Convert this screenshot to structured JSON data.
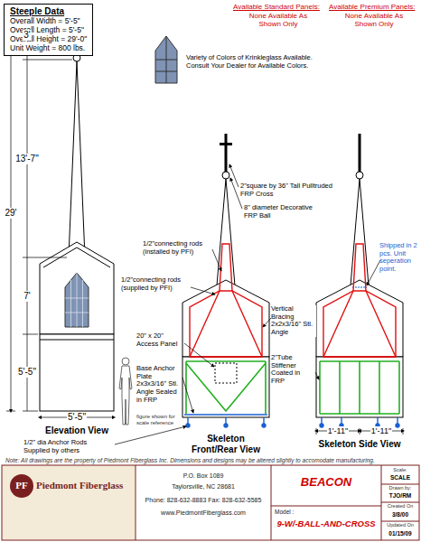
{
  "diagram": {
    "nodes": [
      {
        "text": [
          "Steeple Data",
          "Overall Width = 5'-5\"",
          "Overall Length = 5'-5\"",
          "Overall Height = 29'-0\"",
          "Unit Weight = 800 lbs."
        ]
      }
    ],
    "labels": [
      "Available Standard Panels:",
      "Available Premium Panels:",
      "None Available As Shown Only",
      "None Available As Shown Only",
      "Variety of Colors of Krinkleglass Available. Consult Your Dealer for Available Colors.",
      "3'",
      "13'-7\"",
      "29'",
      "7'",
      "5'-5\"",
      "5'-5\"",
      "Elevation View",
      "2\"square by 36\" Tall Pulltruded FRP Cross",
      "8\" diameter Decorative FRP Ball",
      "Shipped in 2 pcs. Unit seperation point.",
      "1/2\"connecting rods (installed by PFI)",
      "1/2\"connecting rods (supplied by PFI)",
      "Vertical Bracing 2x2x3/16\" Stl. Angle",
      "20\" x 20\" Access Panel",
      "Base Anchor Plate 2x3x3/16\" Stl. Angle Sealed in FRP",
      "2\"Tube Stiffener Coated in FRP",
      "figure shown for scale reference",
      "1/2\" dia Anchor Rods Supplied by others",
      "Skeleton Front/Rear View",
      "1'-11\"",
      "1'-11\"",
      "Skeleton Side View",
      "Note: All drawings are the property of Piedmont Fiberglass Inc. Dimensions and designs may be altered slightly to accomodate manufacturing.",
      "Piedmont Fiberglass",
      "PF",
      "P.O. Box 1089",
      "Taylorsville, NC 28681",
      "Phone: 828-632-8883  Fax: 828-632-5585",
      "www.PiedmontFiberglass.com",
      "BEACON",
      "Model :",
      "9-W/-BALL-AND-CROSS",
      "Scale:",
      "SCALE",
      "Drawn by:",
      "TJO/RM",
      "Created On",
      "3/8/00",
      "Updated On",
      "01/15/09"
    ]
  }
}
